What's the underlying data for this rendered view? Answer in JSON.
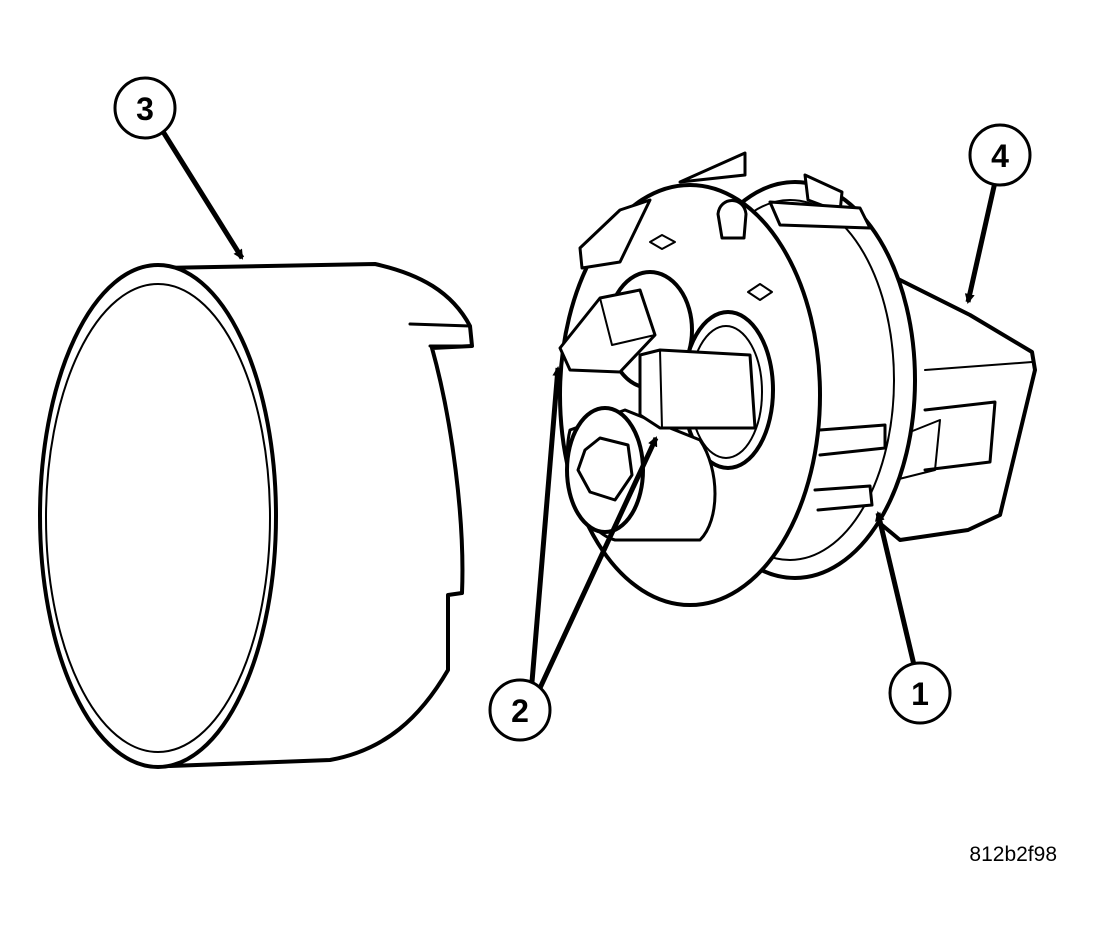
{
  "callouts": [
    {
      "id": "1",
      "label": "1"
    },
    {
      "id": "2",
      "label": "2"
    },
    {
      "id": "3",
      "label": "3"
    },
    {
      "id": "4",
      "label": "4"
    }
  ],
  "figure_code": "812b2f98",
  "colors": {
    "line": "#000000",
    "background": "#ffffff"
  }
}
